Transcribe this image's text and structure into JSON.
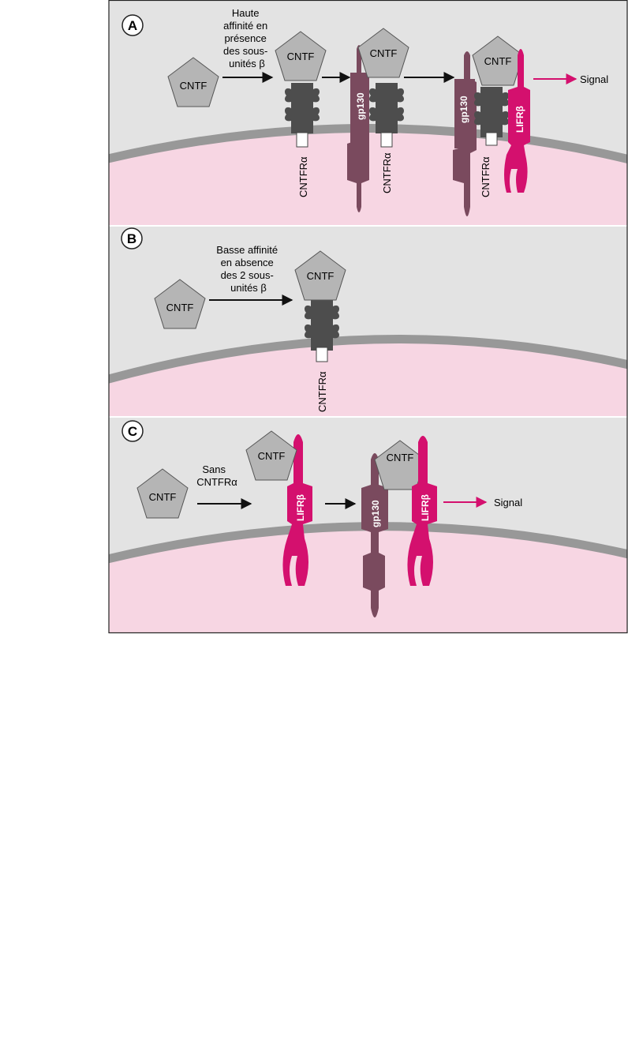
{
  "colors": {
    "panel_bg": "#e3e3e3",
    "cytoplasm": "#f7d6e3",
    "membrane": "#989898",
    "cntf": "#b5b5b5",
    "cntfr_alpha": "#4d4d4d",
    "gp130": "#7a4a5e",
    "lifr_beta": "#d4106e",
    "signal_arrow": "#d4106e",
    "border": "#222222"
  },
  "panels": {
    "a": {
      "letter": "A",
      "cntf_label": "CNTF",
      "condition": [
        "Haute",
        "affinité en",
        "présence",
        "des sous-",
        "unités β"
      ],
      "cntfr_label": "CNTFRα",
      "gp130_label": "gp130",
      "lifr_label": "LIFRβ",
      "signal_label": "Signal"
    },
    "b": {
      "letter": "B",
      "cntf_label": "CNTF",
      "condition": [
        "Basse affinité",
        "en absence",
        "des 2 sous-",
        "unités β"
      ],
      "cntfr_label": "CNTFRα"
    },
    "c": {
      "letter": "C",
      "cntf_label": "CNTF",
      "condition": [
        "Sans",
        "CNTFRα"
      ],
      "gp130_label": "gp130",
      "lifr_label": "LIFRβ",
      "signal_label": "Signal"
    }
  }
}
